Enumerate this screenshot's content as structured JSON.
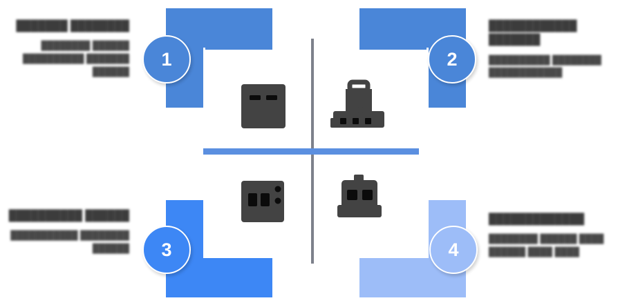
{
  "diagram": {
    "type": "quadrant-pinwheel-infographic",
    "background_color": "#ffffff",
    "colors": {
      "block_dark_blue": "#4a86d8",
      "block_bright_blue": "#3d87f5",
      "block_light_blue": "#9dbdf8",
      "circle_blue": "#4a86d8",
      "circle_bright_blue": "#3d87f5",
      "circle_light_blue": "#9dbdf8",
      "divider_vertical": "#7d818b",
      "divider_horizontal": "#5b8fe0",
      "icon_dark": "#434343",
      "block_outline": "#ffffff",
      "text_dark": "#3c3c3c"
    }
  },
  "dividers": {
    "vertical": {
      "name": "vertical-axis",
      "color": "#7d818b"
    },
    "horizontal": {
      "name": "horizontal-axis",
      "color": "#5b8fe0"
    }
  },
  "quadrants": [
    {
      "id": "q1",
      "number": "1",
      "position": "top-left",
      "block_color": "#4a86d8",
      "circle_color": "#4a86d8",
      "icon": "server-storage-icon",
      "text": {
        "heading": "███████ ████████",
        "body": "████████ ██████ ██████████ ███████ ██████"
      }
    },
    {
      "id": "q2",
      "number": "2",
      "position": "top-right",
      "block_color": "#4a86d8",
      "circle_color": "#4a86d8",
      "icon": "factory-plant-icon",
      "text": {
        "heading": "████████████ ███████",
        "body": "██████████ ████████ ████████████"
      }
    },
    {
      "id": "q3",
      "number": "3",
      "position": "bottom-left",
      "block_color": "#3d87f5",
      "circle_color": "#3d87f5",
      "icon": "rack-appliance-icon",
      "text": {
        "heading": "██████████ ██████",
        "body": "███████████ ████████ ██████"
      }
    },
    {
      "id": "q4",
      "number": "4",
      "position": "bottom-right",
      "block_color": "#9dbdf8",
      "circle_color": "#9dbdf8",
      "icon": "machine-unit-icon",
      "text": {
        "heading": "█████████████",
        "body": "████████ ██████ ████ ██████ ████ ████"
      }
    }
  ]
}
